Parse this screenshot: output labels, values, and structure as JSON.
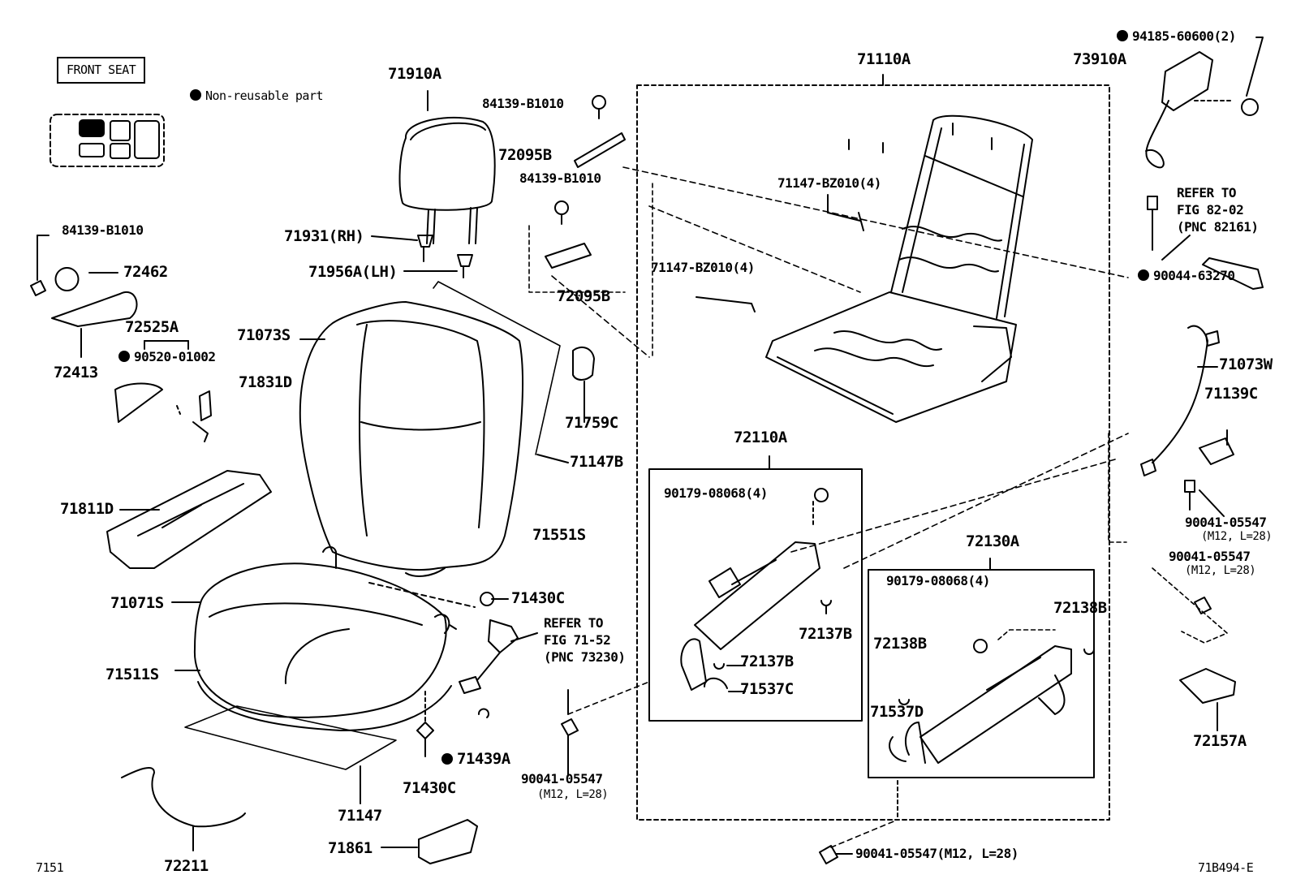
{
  "section_box": "FRONT SEAT",
  "legend": {
    "marker": "filled-circle",
    "text": "Non-reusable part"
  },
  "footer": {
    "left": "7151",
    "right": "71B494-E"
  },
  "refs": {
    "fig_71_52": [
      "REFER TO",
      "FIG 71-52",
      "(PNC 73230)"
    ],
    "fig_82_02": [
      "REFER TO",
      "FIG 82-02",
      "(PNC 82161)"
    ]
  },
  "parts": {
    "p71910A": "71910A",
    "p84139_top": "84139-B1010",
    "p72095B_top": "72095B",
    "p84139_mid": "84139-B1010",
    "p72095B_mid": "72095B",
    "p71110A": "71110A",
    "p94185": "94185-60600(2)",
    "p73910A": "73910A",
    "p84139_left": "84139-B1010",
    "p72462": "72462",
    "p71931": "71931(RH)",
    "p71956A": "71956A(LH)",
    "p71147BZ_a": "71147-BZ010(4)",
    "p71147BZ_b": "71147-BZ010(4)",
    "p90044": "90044-63270",
    "p72525A": "72525A",
    "p90520": "90520-01002",
    "p72413": "72413",
    "p71073S": "71073S",
    "p71831D": "71831D",
    "p71759C": "71759C",
    "p71073W": "71073W",
    "p71139C": "71139C",
    "p72110A": "72110A",
    "p71147B": "71147B",
    "p71811D": "71811D",
    "p90179_a": "90179-08068(4)",
    "p71551S": "71551S",
    "p90041_r1": "90041-05547",
    "p90041_r1s": "(M12, L=28)",
    "p72130A": "72130A",
    "p90041_r2": "90041-05547",
    "p90041_r2s": "(M12, L=28)",
    "p90179_b": "90179-08068(4)",
    "p71430C_a": "71430C",
    "p71071S": "71071S",
    "p72137B_a": "72137B",
    "p72138B_a": "72138B",
    "p72138B_b": "72138B",
    "p72137B_b": "72137B",
    "p71511S": "71511S",
    "p71537C": "71537C",
    "p71537D": "71537D",
    "p72157A": "72157A",
    "p71439A": "71439A",
    "p90041_mid": "90041-05547",
    "p90041_mids": "(M12, L=28)",
    "p71430C_b": "71430C",
    "p71147": "71147",
    "p71861": "71861",
    "p90041_bot": "90041-05547(M12, L=28)",
    "p72211": "72211"
  }
}
